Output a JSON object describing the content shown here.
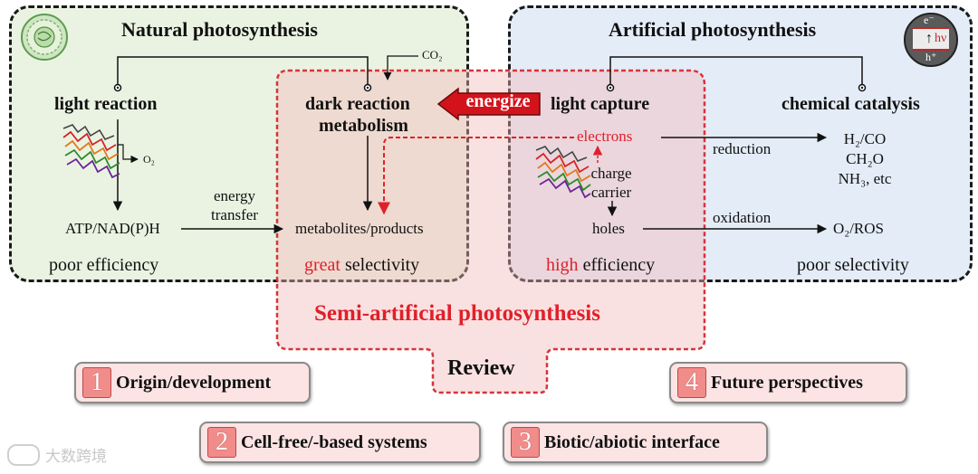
{
  "natural": {
    "title": "Natural photosynthesis",
    "light_reaction": "light reaction",
    "o2": "O₂",
    "co2": "CO₂",
    "atp": "ATP/NAD(P)H",
    "efficiency": "poor efficiency"
  },
  "artificial": {
    "title": "Artificial photosynthesis",
    "light_capture": "light capture",
    "chemical_catalysis": "chemical catalysis",
    "electrons": "electrons",
    "charge": "charge",
    "carrier": "carrier",
    "holes": "holes",
    "reduction": "reduction",
    "oxidation": "oxidation",
    "products_reduction": [
      "H₂/CO",
      "CH₂O",
      "NH₃, etc"
    ],
    "product_oxidation": "O₂/ROS",
    "efficiency_prefix": "high",
    "efficiency_suffix": "efficiency",
    "selectivity": "poor selectivity",
    "badge": {
      "e": "e⁻",
      "hv": "hν",
      "h": "h⁺"
    }
  },
  "semi": {
    "title": "Semi-artificial photosynthesis",
    "energize": "energize",
    "dark_reaction": "dark reaction",
    "metabolism": "metabolism",
    "energy": "energy",
    "transfer": "transfer",
    "metabolites": "metabolites/products",
    "selectivity_prefix": "great",
    "selectivity_suffix": "selectivity",
    "review": "Review"
  },
  "steps": [
    {
      "num": "1",
      "label": "Origin/development"
    },
    {
      "num": "2",
      "label": "Cell-free/-based systems"
    },
    {
      "num": "3",
      "label": "Biotic/abiotic interface"
    },
    {
      "num": "4",
      "label": "Future perspectives"
    }
  ],
  "watermark": "大数跨境",
  "colors": {
    "natural_bg": "#eaf3e2",
    "artificial_bg": "#e4ecf7",
    "semi_bg": "#f6dada",
    "accent_red": "#e0202a"
  }
}
